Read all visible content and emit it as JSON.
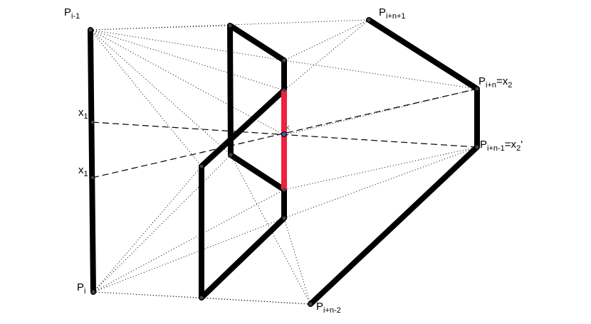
{
  "labels": {
    "p_i_minus_1": {
      "main": "P",
      "sub": "i-1",
      "tail": ""
    },
    "p_i": {
      "main": "P",
      "sub": "i",
      "tail": ""
    },
    "x1_upper": {
      "main": "x",
      "sub": "1",
      "tail": ""
    },
    "x1_lower": {
      "main": "x",
      "sub": "1",
      "tail": ""
    },
    "p_i_n_plus_1": {
      "main": "P",
      "sub": "i+n+1",
      "tail": ""
    },
    "p_i_n": {
      "main": "P",
      "sub": "i+n",
      "tail": "=x",
      "sub2": "2",
      "tail2": ""
    },
    "p_i_n_minus_1": {
      "main": "P",
      "sub": "i+n-1",
      "tail": "=x",
      "sub2": "2",
      "tail2": "'"
    },
    "p_i_n_minus_2": {
      "main": "P",
      "sub": "i+n-2",
      "tail": ""
    },
    "x_point": "x"
  },
  "colors": {
    "segment": "#000000",
    "highlight": "#f0213f",
    "intersection": "#3d5aa8",
    "dotted": "#000000"
  }
}
